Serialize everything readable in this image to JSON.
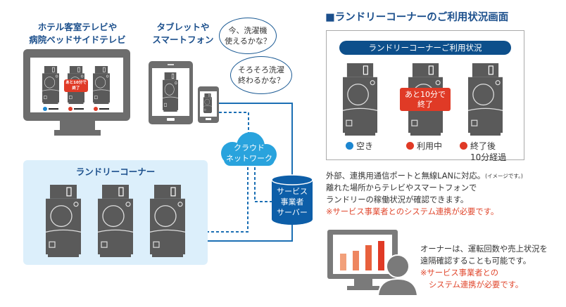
{
  "devices": {
    "tv_title": [
      "ホテル客室テレビや",
      "病院ベッドサイドテレビ"
    ],
    "mobile_title": [
      "タブレットや",
      "スマートフォン"
    ],
    "tv_tag": [
      "あと10分で",
      "終了"
    ],
    "bubble1": [
      "今、洗濯機",
      "使えるかな？"
    ],
    "bubble2": [
      "そろそろ洗濯",
      "終わるかな？"
    ]
  },
  "network": {
    "cloud": [
      "クラウド",
      "ネットワーク"
    ],
    "server": [
      "サービス",
      "事業者",
      "サーバー"
    ],
    "laundry_corner": "ランドリーコーナー"
  },
  "status_screen": {
    "section_title": "■ランドリーコーナーのご利用状況画面",
    "header": "ランドリーコーナーご利用状況",
    "tag": [
      "あと10分で",
      "終了"
    ],
    "legend": [
      {
        "label": "空き",
        "color": "#1c86d0"
      },
      {
        "label": "利用中",
        "color": "#e03a26"
      },
      {
        "label": "終了後",
        "label2": "10分経過",
        "color": "#e03a26"
      }
    ]
  },
  "description": {
    "line1": "外部、連携用通信ポートと無線LANに対応。",
    "note": "(イメージです。)",
    "line2": "離れた場所からテレビやスマートフォンで",
    "line3": "ランドリーの稼働状況が確認できます。",
    "warning": "※サービス事業者とのシステム連携が必要です。"
  },
  "owner": {
    "line1": "オーナーは、運転回数や売上状況を",
    "line2": "遠隔確認することも可能です。",
    "warning1": "※サービス事業者との",
    "warning2": "システム連携が必要です。"
  },
  "colors": {
    "brand_blue": "#1b4f8c",
    "cloud": "#29a3dd",
    "server": "#0d5ea8",
    "machine": "#5a5a5a",
    "alert": "#e03a26",
    "corner_bg": "#dcefFB"
  }
}
